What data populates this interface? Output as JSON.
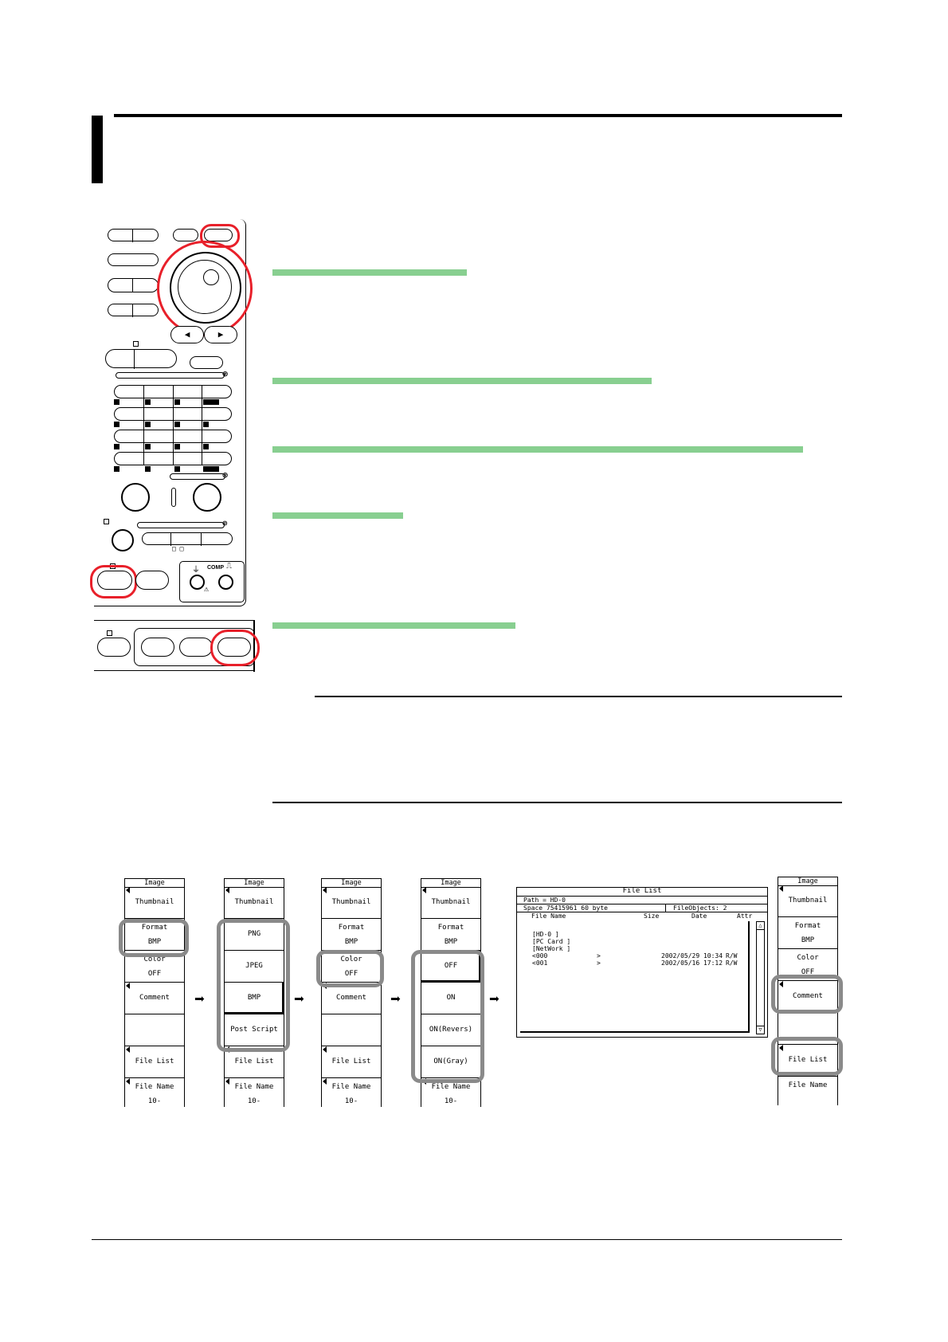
{
  "menus": [
    {
      "header": "Image",
      "thumbnail": "Thumbnail",
      "format_label": "Format",
      "format_value": "BMP",
      "color_label": "Color",
      "color_value": "OFF",
      "comment": "Comment",
      "file_list": "File List",
      "file_name_label": "File Name",
      "file_name_value": "10-"
    },
    {
      "header": "Image",
      "thumbnail": "Thumbnail",
      "options": [
        "PNG",
        "JPEG",
        "BMP",
        "Post Script"
      ],
      "file_list": "File List",
      "file_name_label": "File Name",
      "file_name_value": "10-"
    },
    {
      "header": "Image",
      "thumbnail": "Thumbnail",
      "format_label": "Format",
      "format_value": "BMP",
      "color_label": "Color",
      "color_value": "OFF",
      "comment": "Comment",
      "file_list": "File List",
      "file_name_label": "File Name",
      "file_name_value": "10-"
    },
    {
      "header": "Image",
      "thumbnail": "Thumbnail",
      "format_label": "Format",
      "format_value": "BMP",
      "options": [
        "OFF",
        "ON",
        "ON(Revers)",
        "ON(Gray)"
      ],
      "file_name_label": "File Name",
      "file_name_value": "10-"
    },
    {
      "header": "Image",
      "thumbnail": "Thumbnail",
      "format_label": "Format",
      "format_value": "BMP",
      "color_label": "Color",
      "color_value": "OFF",
      "comment": "Comment",
      "file_list": "File List",
      "file_name_label": "File Name"
    }
  ],
  "file_list": {
    "title": "File List",
    "path": "Path = HD-0",
    "space": "Space 75415961 60 byte",
    "file_objects": "FileObjects: 2",
    "columns": [
      "File Name",
      "Size",
      "Date",
      "Attr"
    ],
    "dirs": [
      "[HD-0      ]",
      "[PC Card   ]",
      "[NetWork   ]"
    ],
    "rows": [
      {
        "name": "<000",
        "size": ">",
        "date": "2002/05/29 10:34",
        "attr": "R/W"
      },
      {
        "name": "<001",
        "size": ">",
        "date": "2002/05/16 17:12",
        "attr": "R/W"
      }
    ]
  },
  "panel": {
    "comp_label": "COMP"
  }
}
